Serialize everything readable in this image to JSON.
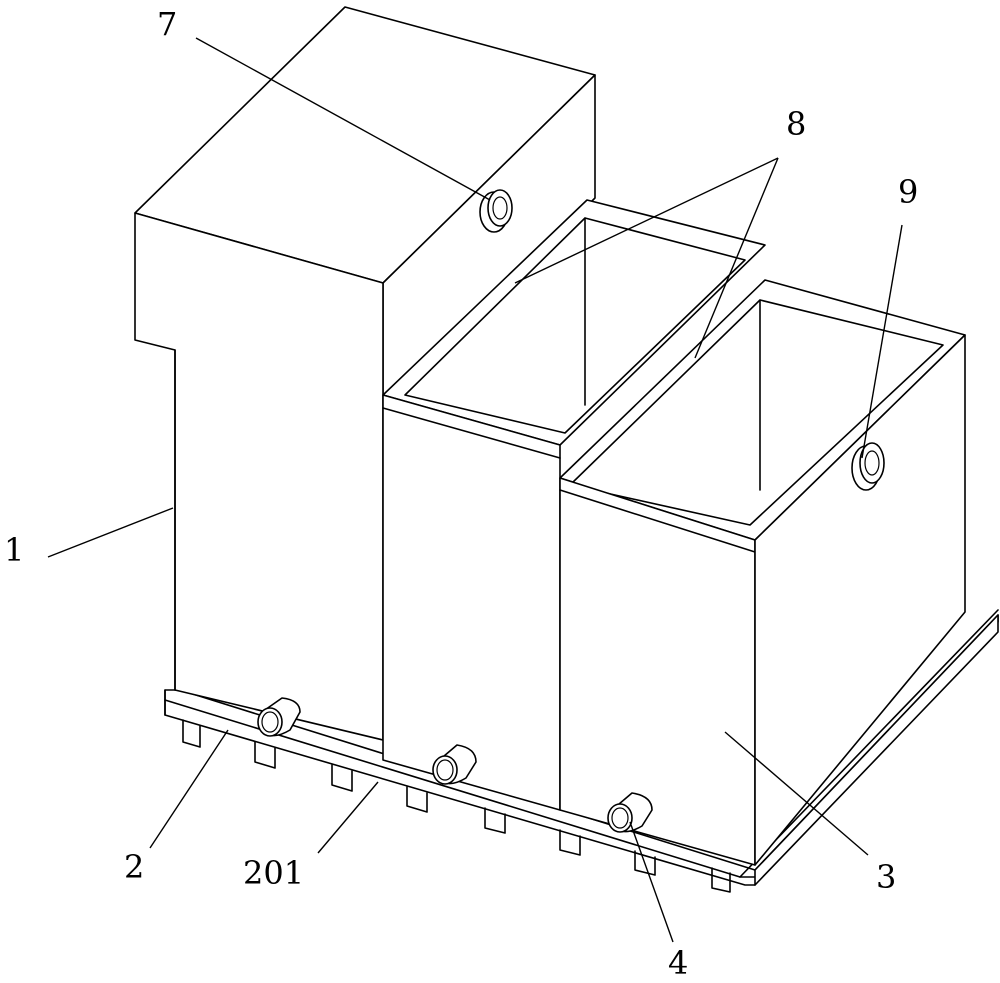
{
  "figure": {
    "labels": {
      "body": "1",
      "base": "2",
      "base_grooves": "201",
      "right_tank": "3",
      "pipe": "4",
      "top_port": "7",
      "partitions": "8",
      "side_port": "9"
    }
  }
}
